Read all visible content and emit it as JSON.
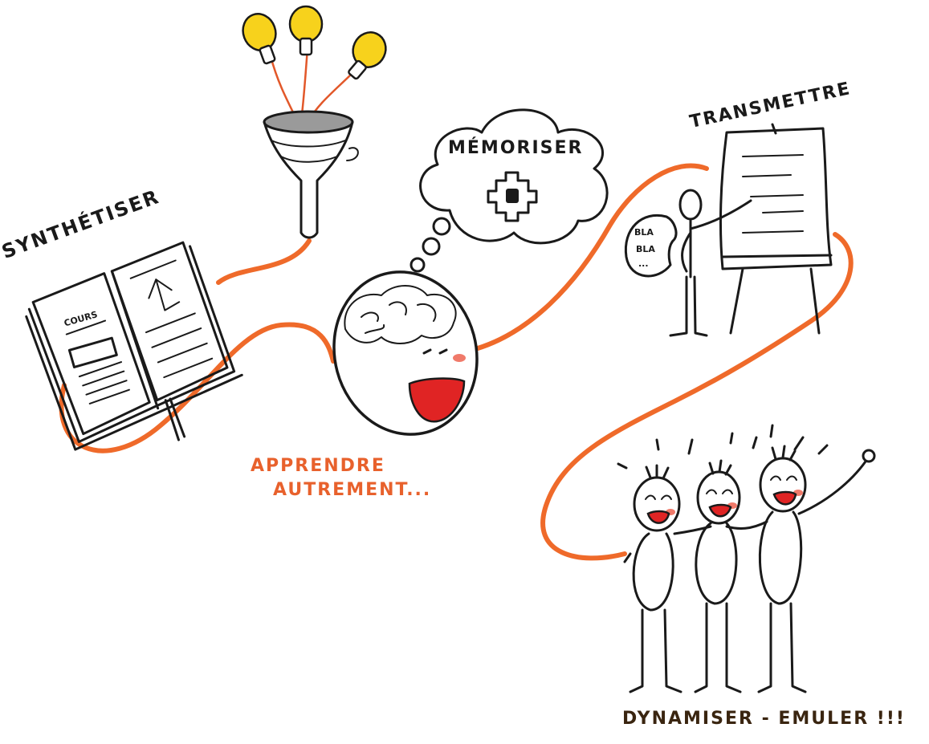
{
  "labels": {
    "synthetiser": "SYNTHÉTISER",
    "memoriser": "MÉMORISER",
    "transmettre": "TRANSMETTRE",
    "apprendre_line1": "APPRENDRE",
    "apprendre_line2": "AUTREMENT...",
    "dynamiser": "DYNAMISER - EMULER !!!",
    "book_page_title": "COURS",
    "speech_line1": "BLA",
    "speech_line2": "BLA",
    "speech_line3": "..."
  },
  "colors": {
    "road": "#ef6a2a",
    "ink": "#1a1a1a",
    "bulb": "#f7d21c",
    "mouth": "#e02424",
    "accent_text": "#e8612c"
  },
  "icons": [
    "light-bulb-icon",
    "funnel-icon",
    "book-icon",
    "brain-face-icon",
    "thought-cloud-icon",
    "gear-icon",
    "presenter-icon",
    "flipchart-icon",
    "happy-people-icon"
  ]
}
